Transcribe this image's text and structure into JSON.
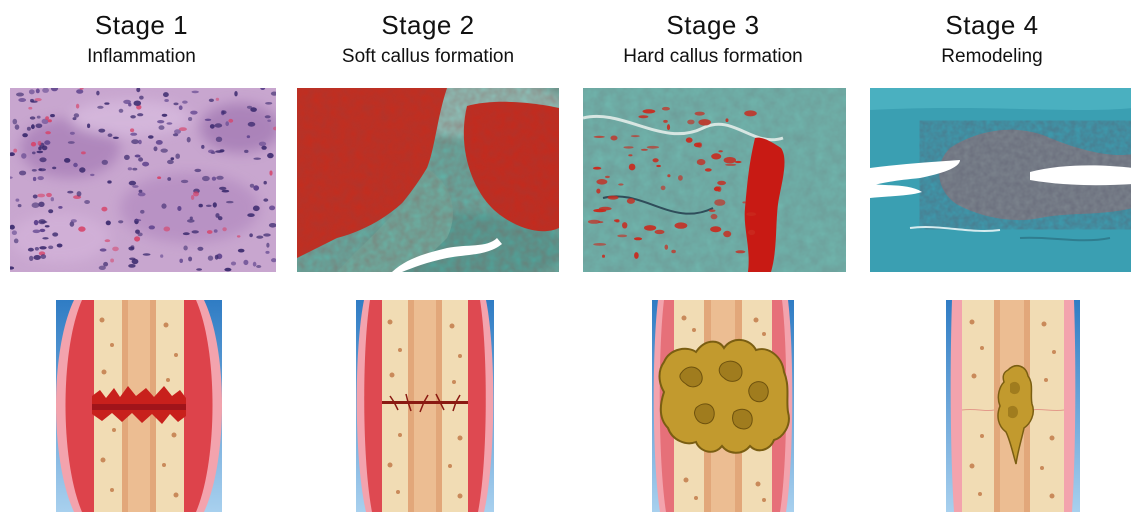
{
  "stages": [
    {
      "title": "Stage 1",
      "subtitle": "Inflammation"
    },
    {
      "title": "Stage 2",
      "subtitle": "Soft callus formation"
    },
    {
      "title": "Stage 3",
      "subtitle": "Hard callus formation"
    },
    {
      "title": "Stage 4",
      "subtitle": "Remodeling"
    }
  ],
  "colors": {
    "inflammation_tissue": "#b98cc0",
    "callus_red": "#c8281c",
    "matrix_teal": "#5fb3a8",
    "bone_teal": "#3a9fb2",
    "bone_cortex": "#f1dcb4",
    "marrow": "#e2a77a",
    "hematoma": "#d8323a",
    "hard_callus": "#c29a2e",
    "background_blue": "#3c8fd0"
  }
}
